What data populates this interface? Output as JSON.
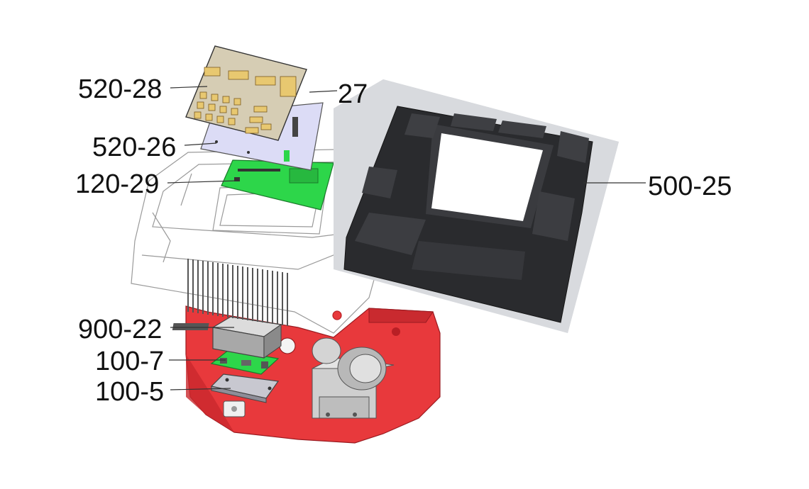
{
  "labels": {
    "l_520_28": "520-28",
    "l_27": "27",
    "l_520_26": "520-26",
    "l_120_29": "120-29",
    "l_500_25": "500-25",
    "l_900_22": "900-22",
    "l_100_7": "100-7",
    "l_100_5": "100-5"
  },
  "colors": {
    "housing_red": "#e8393c",
    "housing_red_dark": "#b81f25",
    "pcb_green": "#2dd64a",
    "keypad_tan": "#d6cdb4",
    "key_yellow": "#e8c870",
    "plate_lavender": "#dcdcf6",
    "tray_black": "#2a2b2e",
    "photo_bg": "#cfd2d6"
  }
}
